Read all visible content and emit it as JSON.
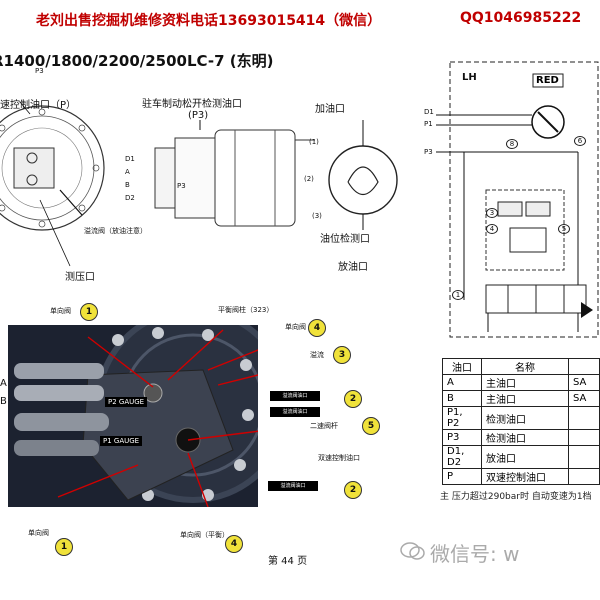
{
  "header": {
    "ad_text": "老刘出售挖掘机维修资料电话13693015414（微信）",
    "ad_qq": "QQ1046985222",
    "title": "R1400/1800/2200/2500LC-7 (东明)"
  },
  "top_left": {
    "two_speed_port": "速控制油口（P）",
    "test_port": "测压口",
    "small_note": "溢流阀（放油注意）"
  },
  "top_center": {
    "brake_port_line1": "驻车制动松开检测油口",
    "brake_port_line2": "(P3)",
    "fill_port": "加油口",
    "level_port": "油位检测口",
    "drain_port": "放油口",
    "side_labels": [
      "D1",
      "A",
      "B",
      "D2"
    ],
    "p3_mark": "P3",
    "item_nos": [
      "(1)",
      "(2)",
      "(3)"
    ]
  },
  "schematic": {
    "lh": "LH",
    "red": "RED",
    "ports": [
      "D1",
      "P1",
      "P3"
    ],
    "circles": [
      "8",
      "6",
      "3",
      "4",
      "5",
      "1"
    ]
  },
  "photo": {
    "labels": {
      "check_valve_top": "单向阀",
      "balance_spool": "平衡阀柱（323）",
      "check_valve_right": "单向阀",
      "relief_valve": "溢流",
      "two_speed_spool": "二速阀杆",
      "two_speed_port": "双速控制油口",
      "check_valve_bottom": "单向阀",
      "check_valve_balance": "单向阀（平衡）"
    },
    "gauges": [
      "P2 GAUGE",
      "P1 GAUGE"
    ],
    "black_boxes": [
      "溢流阀油口",
      "溢流阀油口",
      "溢流阀油口"
    ],
    "side_ports": [
      "A",
      "B"
    ],
    "callouts": {
      "c1a": "1",
      "c4a": "4",
      "c3": "3",
      "c2a": "2",
      "c5": "5",
      "c2b": "2",
      "c1b": "1",
      "c4b": "4"
    }
  },
  "port_table": {
    "headers": [
      "油口",
      "名称"
    ],
    "rows": [
      {
        "port": "A",
        "name": "主油口",
        "extra": "SA"
      },
      {
        "port": "B",
        "name": "主油口",
        "extra": "SA"
      },
      {
        "port": "P1, P2",
        "name": "检测油口",
        "extra": ""
      },
      {
        "port": "P3",
        "name": "检测油口",
        "extra": ""
      },
      {
        "port": "D1, D2",
        "name": "放油口",
        "extra": ""
      },
      {
        "port": "P",
        "name": "双速控制油口",
        "extra": ""
      }
    ]
  },
  "footnote": "主 压力超过290bar时 自动变速为1档",
  "page_label": "第 44 页",
  "watermark": "微信号: w",
  "colors": {
    "ad": "#c00000",
    "callout": "#f0e23a",
    "arrow": "#d00000"
  }
}
